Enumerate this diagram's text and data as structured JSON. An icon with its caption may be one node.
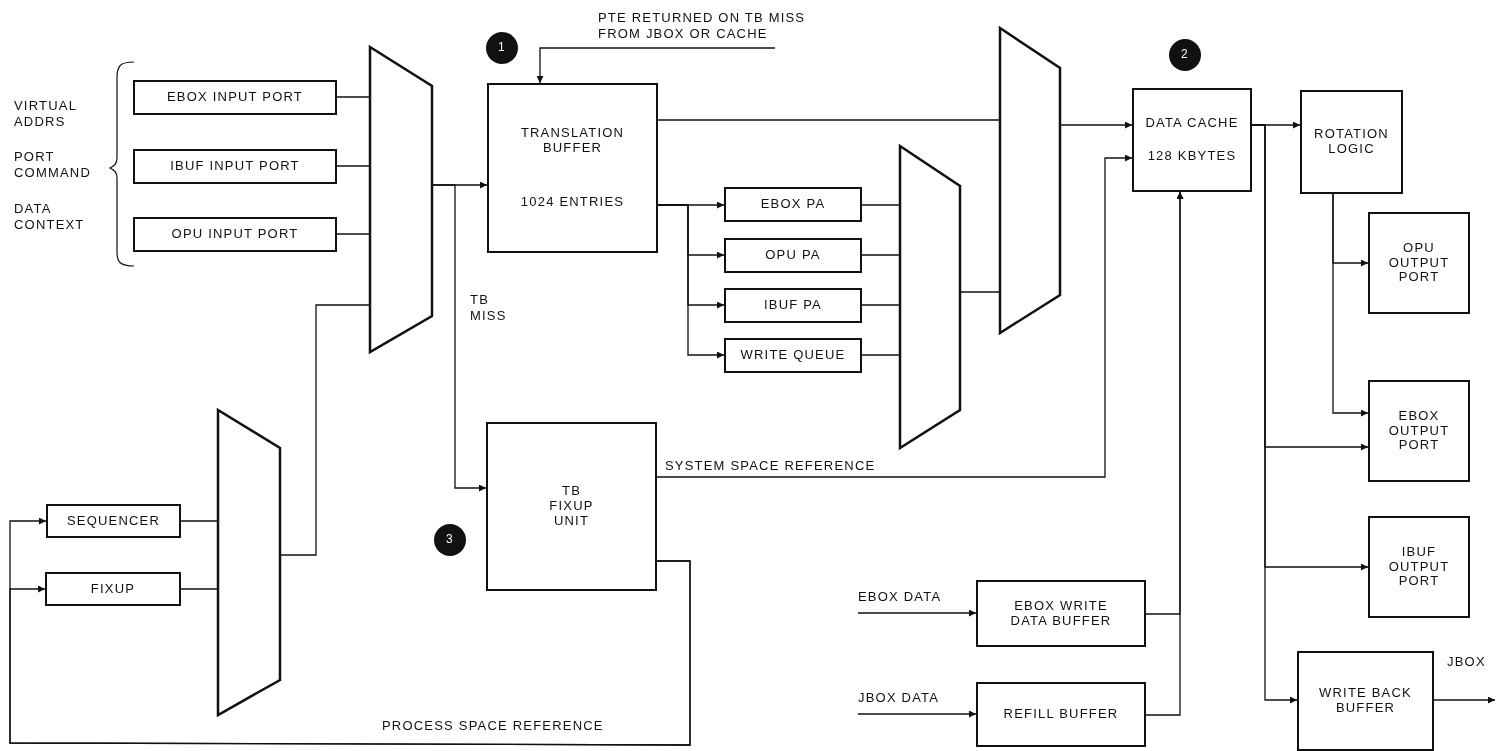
{
  "diagram": {
    "nodes": [
      {
        "text": [
          "EBOX INPUT PORT"
        ]
      },
      {
        "text": [
          "IBUF INPUT PORT"
        ]
      },
      {
        "text": [
          "OPU INPUT PORT"
        ]
      },
      {
        "text": [],
        "shape": "trapezoid"
      },
      {
        "text": [
          "1"
        ]
      },
      {
        "text": [
          "TRANSLATION BUFFER",
          "1024 ENTRIES"
        ]
      },
      {
        "text": [
          "EBOX PA"
        ]
      },
      {
        "text": [
          "OPU PA"
        ]
      },
      {
        "text": [
          "IBUF PA"
        ]
      },
      {
        "text": [
          "WRITE QUEUE"
        ]
      },
      {
        "text": [],
        "shape": "trapezoid"
      },
      {
        "text": [],
        "shape": "trapezoid"
      },
      {
        "text": [
          "2"
        ]
      },
      {
        "text": [
          "DATA CACHE",
          "128 KBYTES"
        ]
      },
      {
        "text": [
          "ROTATION LOGIC"
        ]
      },
      {
        "text": [
          "OPU OUTPUT PORT"
        ]
      },
      {
        "text": [
          "EBOX OUTPUT PORT"
        ]
      },
      {
        "text": [
          "IBUF OUTPUT PORT"
        ]
      },
      {
        "text": [],
        "shape": "trapezoid"
      },
      {
        "text": [
          "SEQUENCER"
        ]
      },
      {
        "text": [
          "FIXUP"
        ]
      },
      {
        "text": [
          "TB FIXUP UNIT"
        ]
      },
      {
        "text": [
          "3"
        ]
      },
      {
        "text": [
          "EBOX WRITE DATA BUFFER"
        ]
      },
      {
        "text": [
          "REFILL BUFFER"
        ]
      },
      {
        "text": [
          "WRITE BACK BUFFER"
        ]
      }
    ],
    "edges": [
      {
        "from": 0,
        "to": 3,
        "arrow": "none"
      },
      {
        "from": 1,
        "to": 3,
        "arrow": "none"
      },
      {
        "from": 2,
        "to": 3,
        "arrow": "none"
      },
      {
        "from": 3,
        "to": 5,
        "arrow": "to"
      },
      {
        "from": 3,
        "to": 21,
        "arrow": "to",
        "label": "TB MISS"
      },
      {
        "from": null,
        "to": 5,
        "arrow": "to",
        "label": "PTE RETURNED ON TB MISS FROM JBOX OR CACHE"
      },
      {
        "from": 5,
        "to": 6,
        "arrow": "to"
      },
      {
        "from": 5,
        "to": 7,
        "arrow": "to"
      },
      {
        "from": 5,
        "to": 8,
        "arrow": "to"
      },
      {
        "from": 5,
        "to": 9,
        "arrow": "to"
      },
      {
        "from": 6,
        "to": 10,
        "arrow": "none"
      },
      {
        "from": 7,
        "to": 10,
        "arrow": "none"
      },
      {
        "from": 8,
        "to": 10,
        "arrow": "none"
      },
      {
        "from": 9,
        "to": 10,
        "arrow": "none"
      },
      {
        "from": 5,
        "to": 11,
        "arrow": "none"
      },
      {
        "from": 10,
        "to": 11,
        "arrow": "none"
      },
      {
        "from": 11,
        "to": 13,
        "arrow": "to"
      },
      {
        "from": 21,
        "to": 13,
        "arrow": "to",
        "label": "SYSTEM SPACE REFERENCE"
      },
      {
        "from": 21,
        "to": 19,
        "arrow": "to",
        "label": "PROCESS SPACE REFERENCE"
      },
      {
        "from": 21,
        "to": 20,
        "arrow": "to"
      },
      {
        "from": 19,
        "to": 18,
        "arrow": "none"
      },
      {
        "from": 20,
        "to": 18,
        "arrow": "none"
      },
      {
        "from": 18,
        "to": 3,
        "arrow": "none"
      },
      {
        "from": null,
        "to": 23,
        "arrow": "to",
        "label": "EBOX DATA"
      },
      {
        "from": null,
        "to": 24,
        "arrow": "to",
        "label": "JBOX DATA"
      },
      {
        "from": 23,
        "to": 13,
        "arrow": "to"
      },
      {
        "from": 24,
        "to": 13,
        "arrow": "to"
      },
      {
        "from": 13,
        "to": 14,
        "arrow": "to"
      },
      {
        "from": 13,
        "to": 16,
        "arrow": "to"
      },
      {
        "from": 13,
        "to": 17,
        "arrow": "to"
      },
      {
        "from": 13,
        "to": 25,
        "arrow": "to"
      },
      {
        "from": 14,
        "to": 15,
        "arrow": "to"
      },
      {
        "from": 14,
        "to": 16,
        "arrow": "to"
      },
      {
        "from": 25,
        "to": null,
        "arrow": "to",
        "label": "JBOX"
      }
    ],
    "labels": [
      "VIRTUAL ADDRS",
      "PORT COMMAND",
      "DATA CONTEXT"
    ]
  }
}
